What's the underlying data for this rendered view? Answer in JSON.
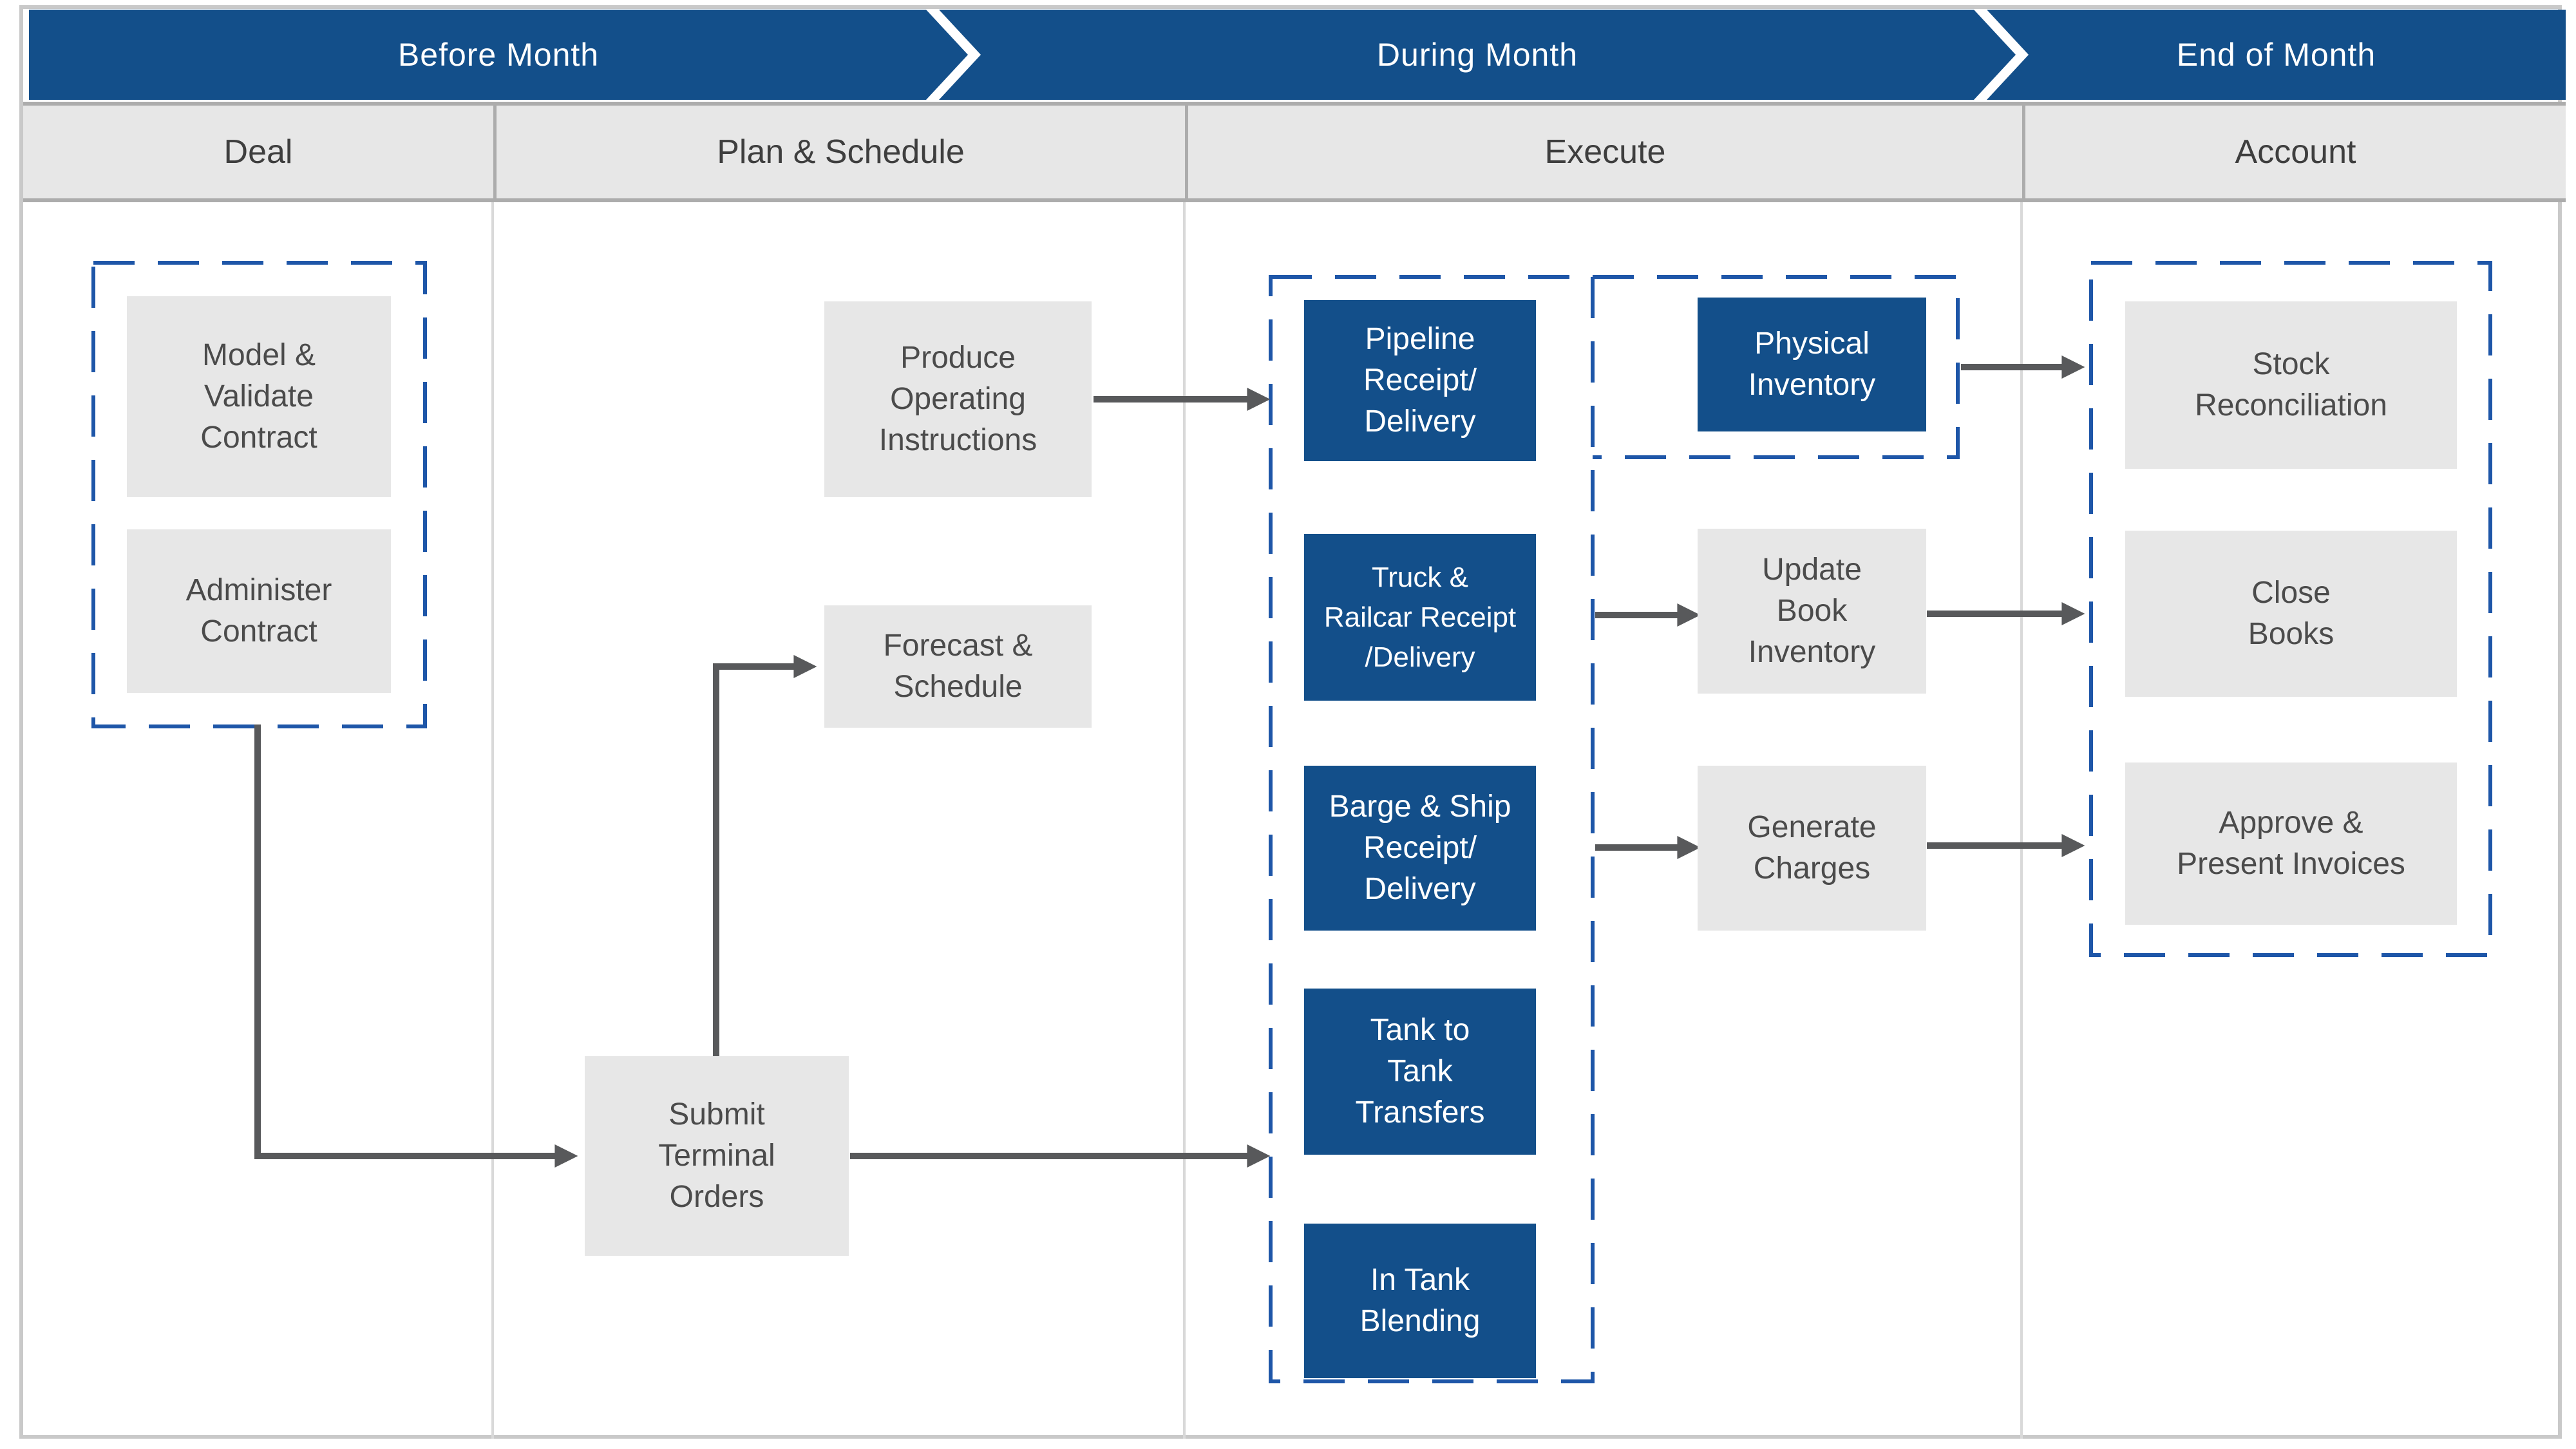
{
  "banner": {
    "phases": [
      {
        "label": "Before Month"
      },
      {
        "label": "During Month"
      },
      {
        "label": "End of Month"
      }
    ]
  },
  "header": {
    "columns": [
      {
        "label": "Deal"
      },
      {
        "label": "Plan & Schedule"
      },
      {
        "label": "Execute"
      },
      {
        "label": "Account"
      }
    ]
  },
  "boxes": {
    "model_validate": {
      "label": "Model &\nValidate\nContract"
    },
    "administer": {
      "label": "Administer\nContract"
    },
    "produce_instructions": {
      "label": "Produce\nOperating\nInstructions"
    },
    "forecast_schedule": {
      "label": "Forecast &\nSchedule"
    },
    "submit_orders": {
      "label": "Submit\nTerminal\nOrders"
    },
    "pipeline": {
      "label": "Pipeline\nReceipt/\nDelivery"
    },
    "truck_railcar": {
      "label": "Truck &\nRailcar Receipt\n/Delivery"
    },
    "barge_ship": {
      "label": "Barge & Ship\nReceipt/\nDelivery"
    },
    "tank_transfers": {
      "label": "Tank to\nTank\nTransfers"
    },
    "in_tank_blending": {
      "label": "In Tank\nBlending"
    },
    "physical_inventory": {
      "label": "Physical\nInventory"
    },
    "update_book_inventory": {
      "label": "Update\nBook\nInventory"
    },
    "generate_charges": {
      "label": "Generate\nCharges"
    },
    "stock_reconciliation": {
      "label": "Stock\nReconciliation"
    },
    "close_books": {
      "label": "Close\nBooks"
    },
    "approve_invoices": {
      "label": "Approve &\nPresent Invoices"
    }
  },
  "colors": {
    "primary_blue": "#134f8a",
    "dashed_blue": "#1e56a8",
    "box_gray": "#e7e7e7",
    "arrow_gray": "#58595b",
    "text_dark": "#4b4b4b"
  }
}
